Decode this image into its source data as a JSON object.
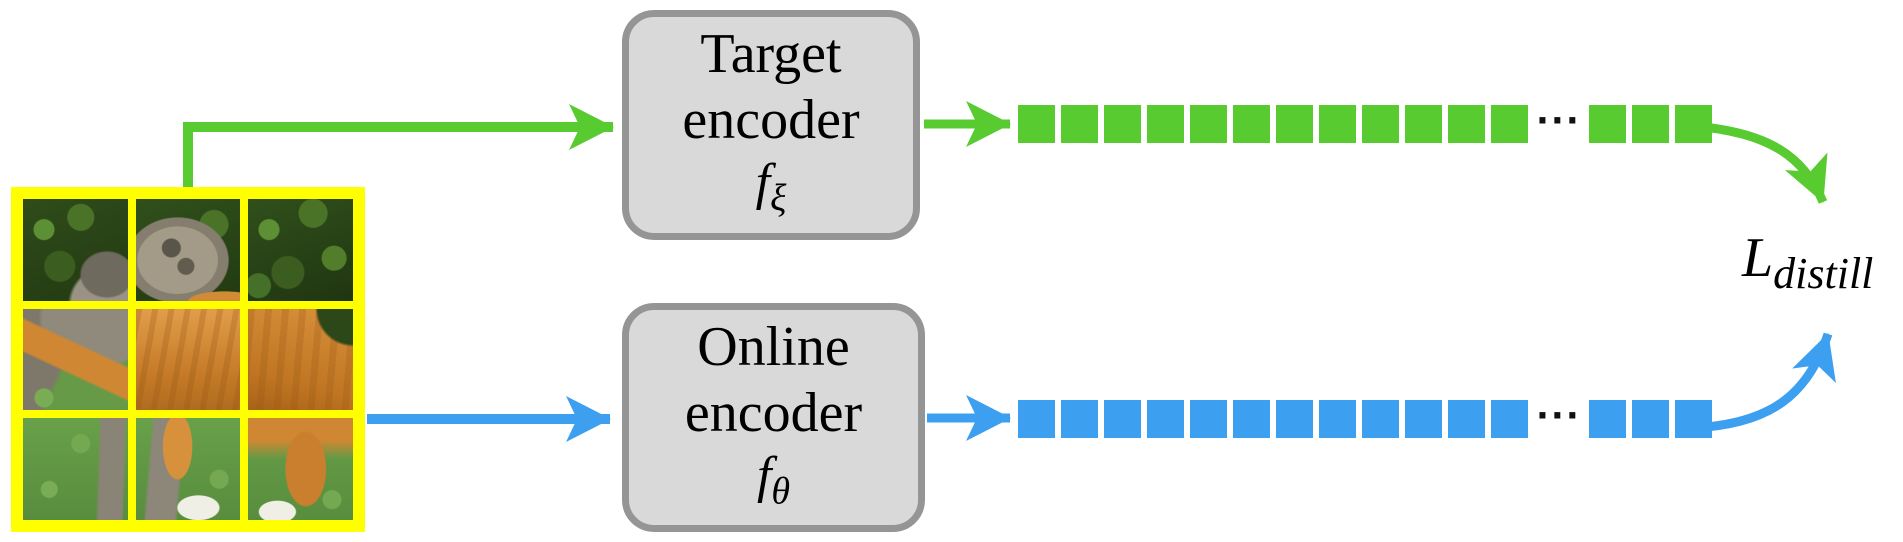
{
  "colors": {
    "token_green": "#57cb30",
    "token_blue": "#3d9ff0",
    "box_fill": "#d9d9d9",
    "box_border": "#959595",
    "frame_yellow": "#ffff00"
  },
  "encoders": {
    "target": {
      "line1": "Target",
      "line2": "encoder",
      "symbol_base": "f",
      "symbol_sub": "ξ"
    },
    "online": {
      "line1": "Online",
      "line2": "encoder",
      "symbol_base": "f",
      "symbol_sub": "θ"
    }
  },
  "loss": {
    "base": "L",
    "sub": "distill"
  },
  "tokens": {
    "target": {
      "main_count": 12,
      "tail_count": 3,
      "ellipsis": "···"
    },
    "online": {
      "main_count": 12,
      "tail_count": 3,
      "ellipsis": "···"
    }
  },
  "input_image": {
    "icon": "cat-photo",
    "grid_rows": 3,
    "grid_cols": 3
  }
}
